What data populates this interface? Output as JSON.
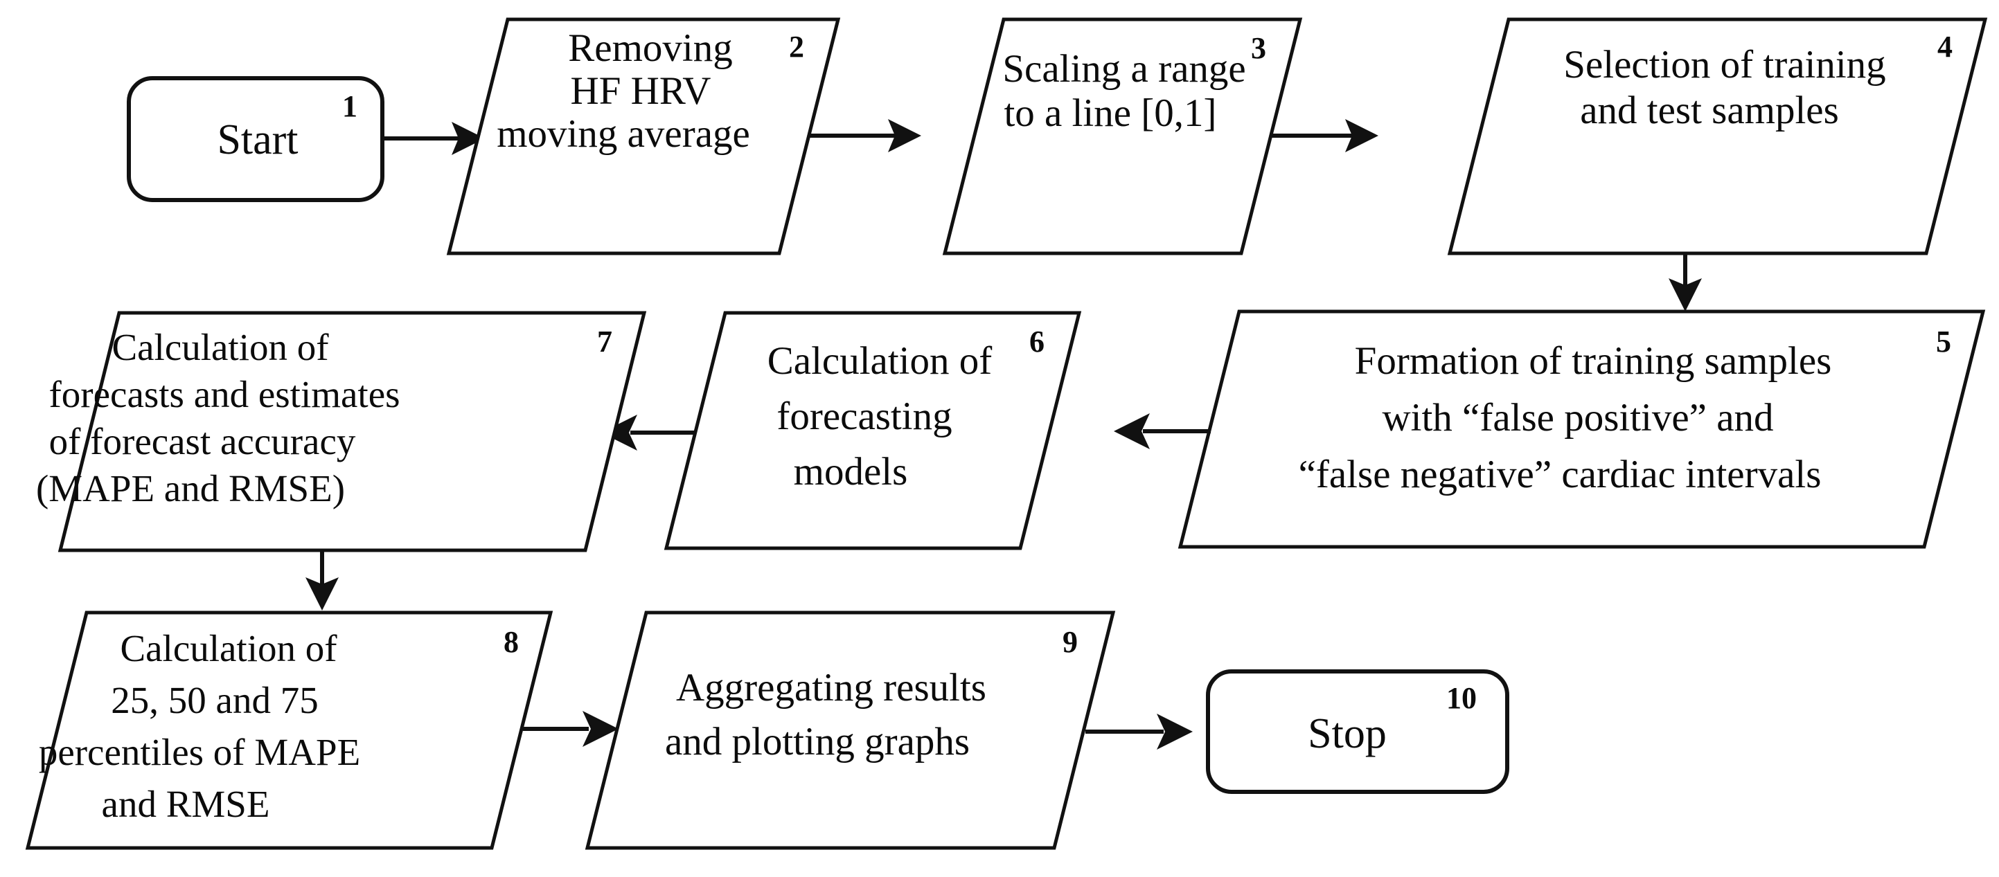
{
  "diagram": {
    "type": "flowchart",
    "title": "HRV forecasting experiment flowchart",
    "orientation": "left-to-right, serpentine (3 rows)",
    "background_color": "#ffffff",
    "line_color": "#111111",
    "text_color": "#0b0b0b",
    "shape_legend": {
      "rounded_rectangle": "terminator (start / stop)",
      "parallelogram": "process / data step"
    },
    "nodes": [
      {
        "number": "1",
        "shape": "rounded-rectangle",
        "lines": [
          "Start"
        ],
        "text": "Start"
      },
      {
        "number": "2",
        "shape": "parallelogram",
        "lines": [
          "Removing",
          "HF HRV",
          "moving average"
        ],
        "text": "Removing HF HRV moving average"
      },
      {
        "number": "3",
        "shape": "parallelogram",
        "lines": [
          "Scaling a range",
          "to a line [0,1]"
        ],
        "text": "Scaling a range to a line [0,1]"
      },
      {
        "number": "4",
        "shape": "parallelogram",
        "lines": [
          "Selection of training",
          "and test samples"
        ],
        "text": "Selection of training and test samples"
      },
      {
        "number": "5",
        "shape": "parallelogram",
        "lines": [
          "Formation of training samples",
          "with “false positive” and",
          "“false negative” cardiac intervals"
        ],
        "text": "Formation of training samples with “false positive” and “false negative” cardiac intervals"
      },
      {
        "number": "6",
        "shape": "parallelogram",
        "lines": [
          "Calculation of",
          "forecasting",
          "models"
        ],
        "text": "Calculation of forecasting models"
      },
      {
        "number": "7",
        "shape": "parallelogram",
        "lines": [
          "Calculation of",
          "forecasts and estimates",
          "of forecast accuracy",
          "(MAPE and RMSE)"
        ],
        "text": "Calculation of forecasts and estimates of forecast accuracy (MAPE and RMSE)"
      },
      {
        "number": "8",
        "shape": "parallelogram",
        "lines": [
          "Calculation of",
          "25, 50 and 75",
          "percentiles of MAPE",
          "and RMSE"
        ],
        "text": "Calculation of 25, 50 and 75 percentiles of MAPE and RMSE"
      },
      {
        "number": "9",
        "shape": "parallelogram",
        "lines": [
          "Aggregating results",
          "and plotting graphs"
        ],
        "text": "Aggregating results and plotting graphs"
      },
      {
        "number": "10",
        "shape": "rounded-rectangle",
        "lines": [
          "Stop"
        ],
        "text": "Stop"
      }
    ],
    "edges": [
      {
        "from": "1",
        "to": "2",
        "direction": "right"
      },
      {
        "from": "2",
        "to": "3",
        "direction": "right"
      },
      {
        "from": "3",
        "to": "4",
        "direction": "right"
      },
      {
        "from": "4",
        "to": "5",
        "direction": "down"
      },
      {
        "from": "5",
        "to": "6",
        "direction": "left"
      },
      {
        "from": "6",
        "to": "7",
        "direction": "left"
      },
      {
        "from": "7",
        "to": "8",
        "direction": "down"
      },
      {
        "from": "8",
        "to": "9",
        "direction": "right"
      },
      {
        "from": "9",
        "to": "10",
        "direction": "right"
      }
    ]
  }
}
